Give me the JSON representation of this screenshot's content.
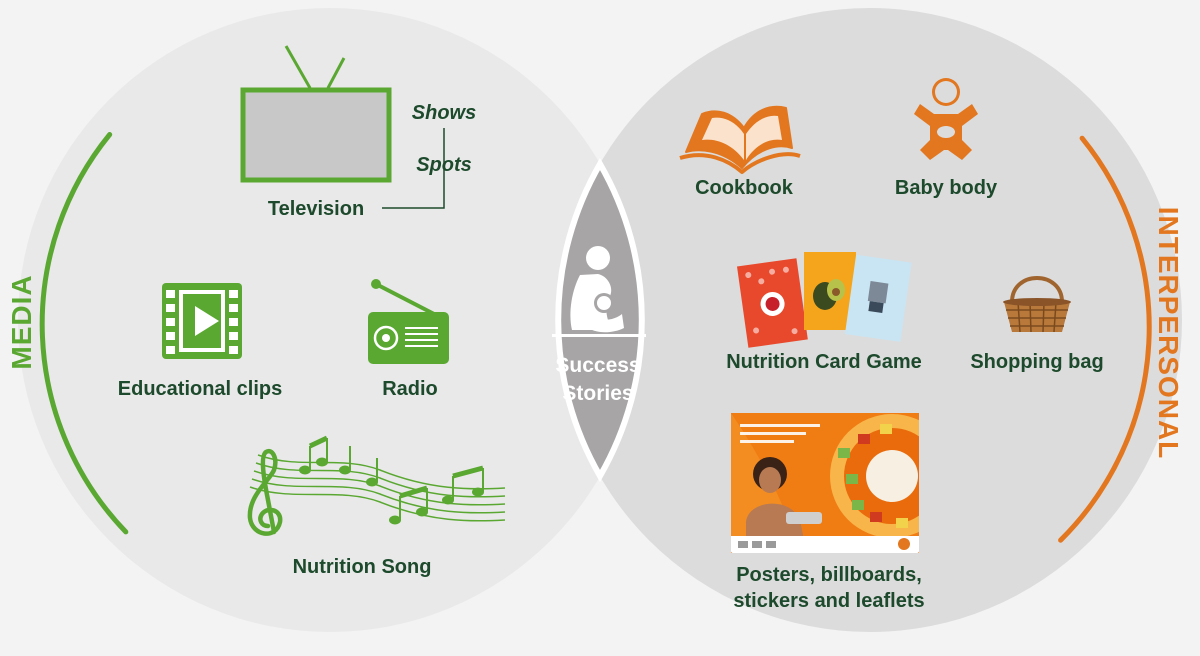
{
  "diagram": {
    "center": {
      "line1": "Success",
      "line2": "Stories"
    },
    "media": {
      "side_label": "MEDIA",
      "television": "Television",
      "shows": "Shows",
      "spots": "Spots",
      "educational_clips": "Educational clips",
      "radio": "Radio",
      "nutrition_song": "Nutrition Song"
    },
    "interpersonal": {
      "side_label": "INTERPERSONAL",
      "cookbook": "Cookbook",
      "baby_body": "Baby body",
      "nutrition_card_game": "Nutrition Card Game",
      "shopping_bag": "Shopping bag",
      "posters_line1": "Posters, billboards,",
      "posters_line2": "stickers and leaflets"
    },
    "colors": {
      "green": "#5aa832",
      "orange": "#e2771f",
      "dark_text": "#1d4a2c",
      "lens": "#a7a5a6"
    }
  }
}
